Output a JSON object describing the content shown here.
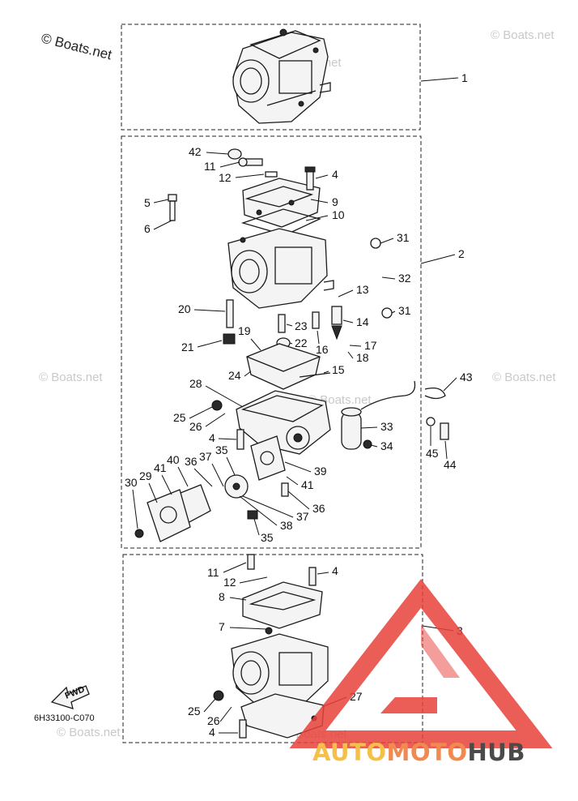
{
  "watermarks": {
    "copyright_main": "© Boats.net",
    "copyright_faint": "© Boats.net"
  },
  "diagram_code": "6H33100-C070",
  "fwd_label": "FWD",
  "brand": {
    "part1": "AUTO",
    "part2": "MOTO",
    "part3": "HUB",
    "colors": {
      "auto": "#f5c04a",
      "moto": "#f08a4e",
      "hub": "#4a4a4a",
      "logo": "#e8413a"
    }
  },
  "callouts": {
    "c1": "1",
    "c2": "2",
    "c3": "3",
    "c4a": "4",
    "c4b": "4",
    "c4c": "4",
    "c4d": "4",
    "c5": "5",
    "c6": "6",
    "c7": "7",
    "c8": "8",
    "c9": "9",
    "c10": "10",
    "c11a": "11",
    "c11b": "11",
    "c12a": "12",
    "c12b": "12",
    "c13": "13",
    "c14": "14",
    "c15": "15",
    "c16": "16",
    "c17": "17",
    "c18": "18",
    "c19": "19",
    "c20": "20",
    "c21": "21",
    "c22": "22",
    "c23": "23",
    "c24": "24",
    "c25a": "25",
    "c25b": "25",
    "c26a": "26",
    "c26b": "26",
    "c27": "27",
    "c28": "28",
    "c29": "29",
    "c30": "30",
    "c31a": "31",
    "c31b": "31",
    "c32": "32",
    "c33": "33",
    "c34": "34",
    "c35a": "35",
    "c35b": "35",
    "c36a": "36",
    "c36b": "36",
    "c37a": "37",
    "c37b": "37",
    "c38": "38",
    "c39": "39",
    "c40": "40",
    "c41a": "41",
    "c41b": "41",
    "c42": "42",
    "c43": "43",
    "c44": "44",
    "c45": "45"
  }
}
